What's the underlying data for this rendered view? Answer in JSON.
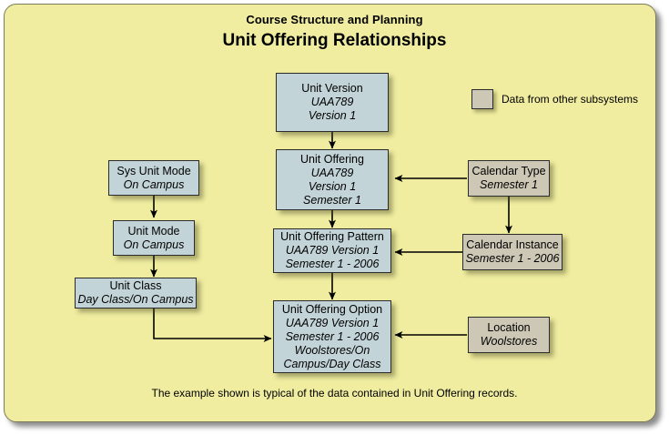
{
  "document": {
    "title_sub": "Course Structure and Planning",
    "title_main": "Unit Offering Relationships",
    "footnote": "The example shown is typical of the data contained in Unit Offering records."
  },
  "legend": {
    "swatch_color": "#cdc7b5",
    "label": "Data from other subsystems"
  },
  "colors": {
    "background": "#f0eda0",
    "frame_border": "#7c7c5a",
    "primary_node": "#c3d4d8",
    "external_node": "#cdc7b5",
    "node_border": "#2b2b2b",
    "connector": "#000000"
  },
  "nodes": {
    "unit_version": {
      "name": "Unit Version",
      "line2": "UAA789",
      "line3": "Version 1",
      "line4": "",
      "line5": "",
      "kind": "primary"
    },
    "unit_offering": {
      "name": "Unit Offering",
      "line2": "UAA789",
      "line3": "Version 1",
      "line4": "Semester 1",
      "line5": "",
      "kind": "primary"
    },
    "unit_offering_pattern": {
      "name": "Unit Offering Pattern",
      "line2": "UAA789 Version 1",
      "line3": "Semester 1 - 2006",
      "line4": "",
      "line5": "",
      "kind": "primary"
    },
    "unit_offering_option": {
      "name": "Unit Offering Option",
      "line2": "UAA789 Version 1",
      "line3": "Semester 1 - 2006",
      "line4": "Woolstores/On",
      "line5": "Campus/Day Class",
      "kind": "primary"
    },
    "sys_unit_mode": {
      "name": "Sys Unit Mode",
      "line2": "On Campus",
      "line3": "",
      "line4": "",
      "line5": "",
      "kind": "primary"
    },
    "unit_mode": {
      "name": "Unit Mode",
      "line2": "On Campus",
      "line3": "",
      "line4": "",
      "line5": "",
      "kind": "primary"
    },
    "unit_class": {
      "name": "Unit Class",
      "line2": "Day Class/On Campus",
      "line3": "",
      "line4": "",
      "line5": "",
      "kind": "primary"
    },
    "calendar_type": {
      "name": "Calendar Type",
      "line2": "Semester 1",
      "line3": "",
      "line4": "",
      "line5": "",
      "kind": "external"
    },
    "calendar_instance": {
      "name": "Calendar Instance",
      "line2": "Semester 1 - 2006",
      "line3": "",
      "line4": "",
      "line5": "",
      "kind": "external"
    },
    "location": {
      "name": "Location",
      "line2": "Woolstores",
      "line3": "",
      "line4": "",
      "line5": "",
      "kind": "external"
    }
  },
  "connections": [
    {
      "from": "unit_version",
      "to": "unit_offering",
      "style": "vertical"
    },
    {
      "from": "unit_offering",
      "to": "unit_offering_pattern",
      "style": "vertical"
    },
    {
      "from": "unit_offering_pattern",
      "to": "unit_offering_option",
      "style": "vertical"
    },
    {
      "from": "sys_unit_mode",
      "to": "unit_mode",
      "style": "vertical"
    },
    {
      "from": "unit_mode",
      "to": "unit_class",
      "style": "vertical"
    },
    {
      "from": "unit_class",
      "to": "unit_offering_option",
      "style": "elbow-right"
    },
    {
      "from": "calendar_type",
      "to": "unit_offering",
      "style": "horizontal-left"
    },
    {
      "from": "calendar_type",
      "to": "calendar_instance",
      "style": "vertical"
    },
    {
      "from": "calendar_instance",
      "to": "unit_offering_pattern",
      "style": "horizontal-left"
    },
    {
      "from": "location",
      "to": "unit_offering_option",
      "style": "horizontal-left"
    }
  ]
}
